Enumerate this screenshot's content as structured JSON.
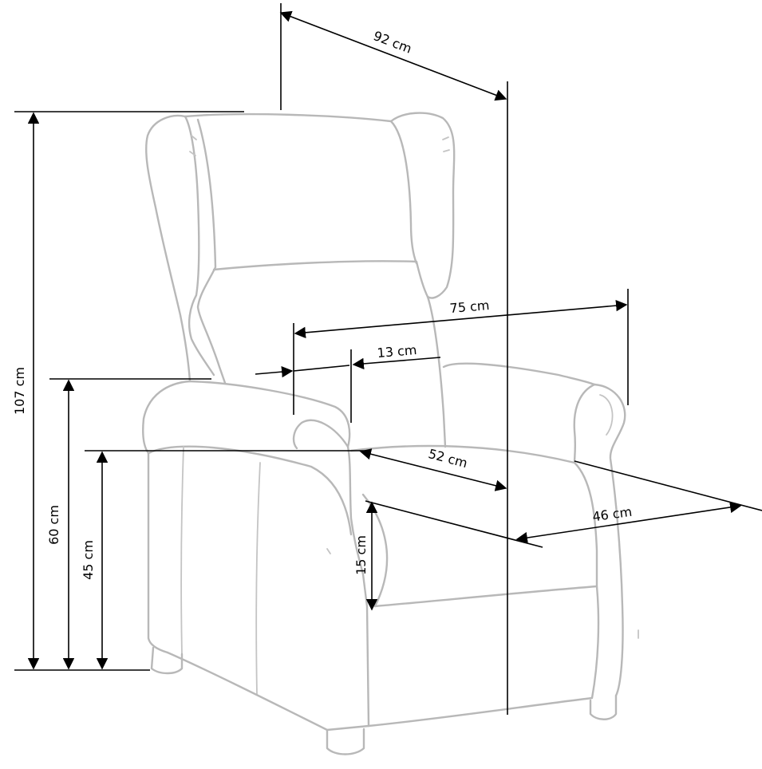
{
  "colors": {
    "chair_outline": "#b8b8b8",
    "dimension_lines": "#000000",
    "background": "#ffffff"
  },
  "dimensions": {
    "total_depth": "92 cm",
    "total_height": "107 cm",
    "total_width": "75 cm",
    "armrest_width": "13 cm",
    "armrest_height": "60 cm",
    "seat_height": "45 cm",
    "seat_depth": "52 cm",
    "seat_width": "46 cm",
    "seat_thickness": "15 cm"
  }
}
